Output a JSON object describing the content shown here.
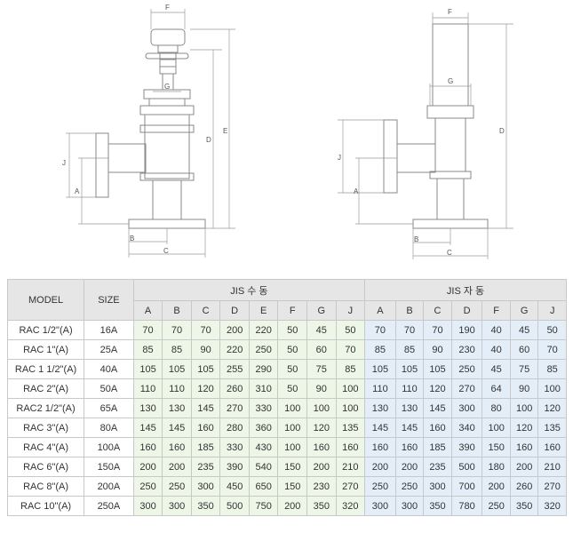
{
  "drawing_labels": {
    "manual": {
      "F": "F",
      "G": "G",
      "D": "D",
      "E": "E",
      "J": "J",
      "A": "A",
      "B": "B",
      "C": "C"
    },
    "auto": {
      "F": "F",
      "G": "G",
      "D": "D",
      "J": "J",
      "A": "A",
      "B": "B",
      "C": "C"
    }
  },
  "table": {
    "model_header": "MODEL",
    "size_header": "SIZE",
    "group_manual": "JIS 수 동",
    "group_auto": "JIS 자 동",
    "manual_columns": [
      "A",
      "B",
      "C",
      "D",
      "E",
      "F",
      "G",
      "J"
    ],
    "auto_columns": [
      "A",
      "B",
      "C",
      "D",
      "F",
      "G",
      "J"
    ],
    "rows": [
      {
        "model": "RAC 1/2\"(A)",
        "size": "16A",
        "manual": [
          "70",
          "70",
          "70",
          "200",
          "220",
          "50",
          "45",
          "50"
        ],
        "auto": [
          "70",
          "70",
          "70",
          "190",
          "40",
          "45",
          "50"
        ]
      },
      {
        "model": "RAC 1\"(A)",
        "size": "25A",
        "manual": [
          "85",
          "85",
          "90",
          "220",
          "250",
          "50",
          "60",
          "70"
        ],
        "auto": [
          "85",
          "85",
          "90",
          "230",
          "40",
          "60",
          "70"
        ]
      },
      {
        "model": "RAC 1 1/2\"(A)",
        "size": "40A",
        "manual": [
          "105",
          "105",
          "105",
          "255",
          "290",
          "50",
          "75",
          "85"
        ],
        "auto": [
          "105",
          "105",
          "105",
          "250",
          "45",
          "75",
          "85"
        ]
      },
      {
        "model": "RAC 2\"(A)",
        "size": "50A",
        "manual": [
          "110",
          "110",
          "120",
          "260",
          "310",
          "50",
          "90",
          "100"
        ],
        "auto": [
          "110",
          "110",
          "120",
          "270",
          "64",
          "90",
          "100"
        ]
      },
      {
        "model": "RAC2 1/2\"(A)",
        "size": "65A",
        "manual": [
          "130",
          "130",
          "145",
          "270",
          "330",
          "100",
          "100",
          "100"
        ],
        "auto": [
          "130",
          "130",
          "145",
          "300",
          "80",
          "100",
          "120"
        ]
      },
      {
        "model": "RAC 3\"(A)",
        "size": "80A",
        "manual": [
          "145",
          "145",
          "160",
          "280",
          "360",
          "100",
          "120",
          "135"
        ],
        "auto": [
          "145",
          "145",
          "160",
          "340",
          "100",
          "120",
          "135"
        ]
      },
      {
        "model": "RAC 4\"(A)",
        "size": "100A",
        "manual": [
          "160",
          "160",
          "185",
          "330",
          "430",
          "100",
          "160",
          "160"
        ],
        "auto": [
          "160",
          "160",
          "185",
          "390",
          "150",
          "160",
          "160"
        ]
      },
      {
        "model": "RAC 6\"(A)",
        "size": "150A",
        "manual": [
          "200",
          "200",
          "235",
          "390",
          "540",
          "150",
          "200",
          "210"
        ],
        "auto": [
          "200",
          "200",
          "235",
          "500",
          "180",
          "200",
          "210"
        ]
      },
      {
        "model": "RAC 8\"(A)",
        "size": "200A",
        "manual": [
          "250",
          "250",
          "300",
          "450",
          "650",
          "150",
          "230",
          "270"
        ],
        "auto": [
          "250",
          "250",
          "300",
          "700",
          "200",
          "260",
          "270"
        ]
      },
      {
        "model": "RAC 10\"(A)",
        "size": "250A",
        "manual": [
          "300",
          "300",
          "350",
          "500",
          "750",
          "200",
          "350",
          "320"
        ],
        "auto": [
          "300",
          "300",
          "350",
          "780",
          "250",
          "350",
          "320"
        ]
      }
    ]
  }
}
